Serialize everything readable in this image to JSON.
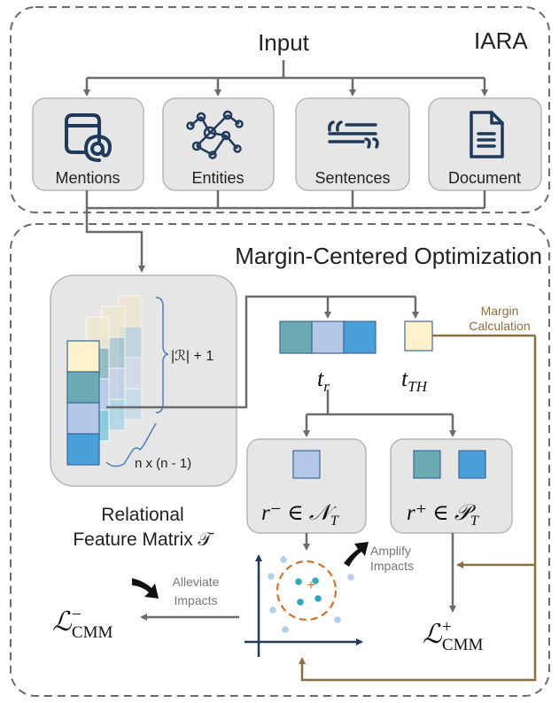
{
  "top_panel": {
    "label": "IARA",
    "input_label": "Input",
    "inputs": [
      {
        "label": "Mentions",
        "icon": "mention-calendar-icon"
      },
      {
        "label": "Entities",
        "icon": "network-graph-icon"
      },
      {
        "label": "Sentences",
        "icon": "quote-lines-icon"
      },
      {
        "label": "Document",
        "icon": "document-icon"
      }
    ]
  },
  "bottom_panel": {
    "title": "Margin-Centered Optimization",
    "matrix": {
      "dim_relations": "|ℛ| + 1",
      "dim_pairs": "n x (n - 1)",
      "caption_line1": "Relational",
      "caption_line2": "Feature Matrix 𝒯"
    },
    "margin_calc_line1": "Margin",
    "margin_calc_line2": "Calculation",
    "t_r": "t",
    "t_r_sub": "r",
    "t_th": "t",
    "t_th_sub": "TH",
    "neg_set": "r⁻ ∈ 𝒩",
    "neg_set_sub": "T",
    "pos_set": "r⁺ ∈ 𝒫",
    "pos_set_sub": "T",
    "amplify_line1": "Amplify",
    "amplify_line2": "Impacts",
    "alleviate_line1": "Alleviate",
    "alleviate_line2": "Impacts",
    "loss_neg": "ℒ",
    "loss_neg_sup": "−",
    "loss_neg_sub": "CMM",
    "loss_pos": "ℒ",
    "loss_pos_sup": "+",
    "loss_pos_sub": "CMM",
    "plot_center_symbol": "+"
  },
  "colors": {
    "teal": "#6aaab0",
    "light_blue": "#b4c7e6",
    "blue": "#4a9fd8",
    "cream": "#fdf2cc",
    "box_fill": "#e6e6e6",
    "brown_line": "#8b6f3e",
    "dashed_circle": "#d2722a",
    "dark_navy": "#1f3a5a"
  }
}
